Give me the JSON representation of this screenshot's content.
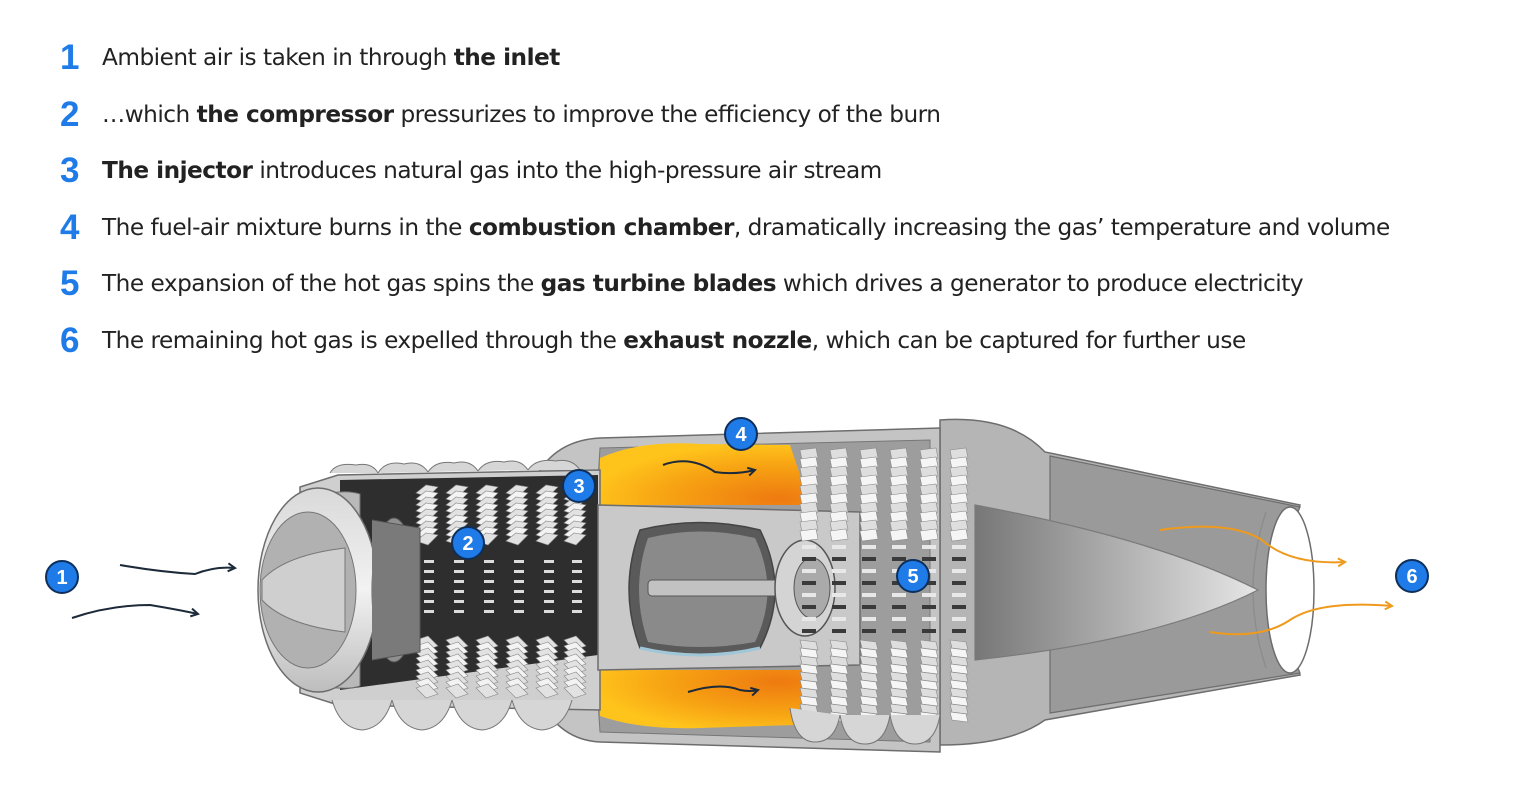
{
  "steps": [
    {
      "number": "1",
      "before": "Ambient air is taken in through ",
      "bold": "the inlet",
      "after": ""
    },
    {
      "number": "2",
      "before": "…which ",
      "bold": "the compressor",
      "after": " pressurizes to improve the efficiency of the burn"
    },
    {
      "number": "3",
      "before": "",
      "bold": "The injector",
      "after": " introduces natural gas into the high-pressure air stream"
    },
    {
      "number": "4",
      "before": "The fuel-air mixture burns in the ",
      "bold": "combustion chamber",
      "after": ", dramatically increasing the gas’ temperature and volume"
    },
    {
      "number": "5",
      "before": "The expansion of the hot gas spins the ",
      "bold": "gas turbine blades",
      "after": " which drives a generator to produce electricity"
    },
    {
      "number": "6",
      "before": "The remaining hot gas is expelled through the ",
      "bold": "exhaust nozzle",
      "after": ", which can be captured for further use"
    }
  ],
  "markers": [
    "1",
    "2",
    "3",
    "4",
    "5",
    "6"
  ],
  "colors": {
    "accent_blue": "#1e7be8",
    "flame_orange": "#f08a12",
    "flame_yellow": "#ffc21a",
    "metal_gray": "#a9a9a9",
    "airflow_dark": "#1c2a3a"
  }
}
